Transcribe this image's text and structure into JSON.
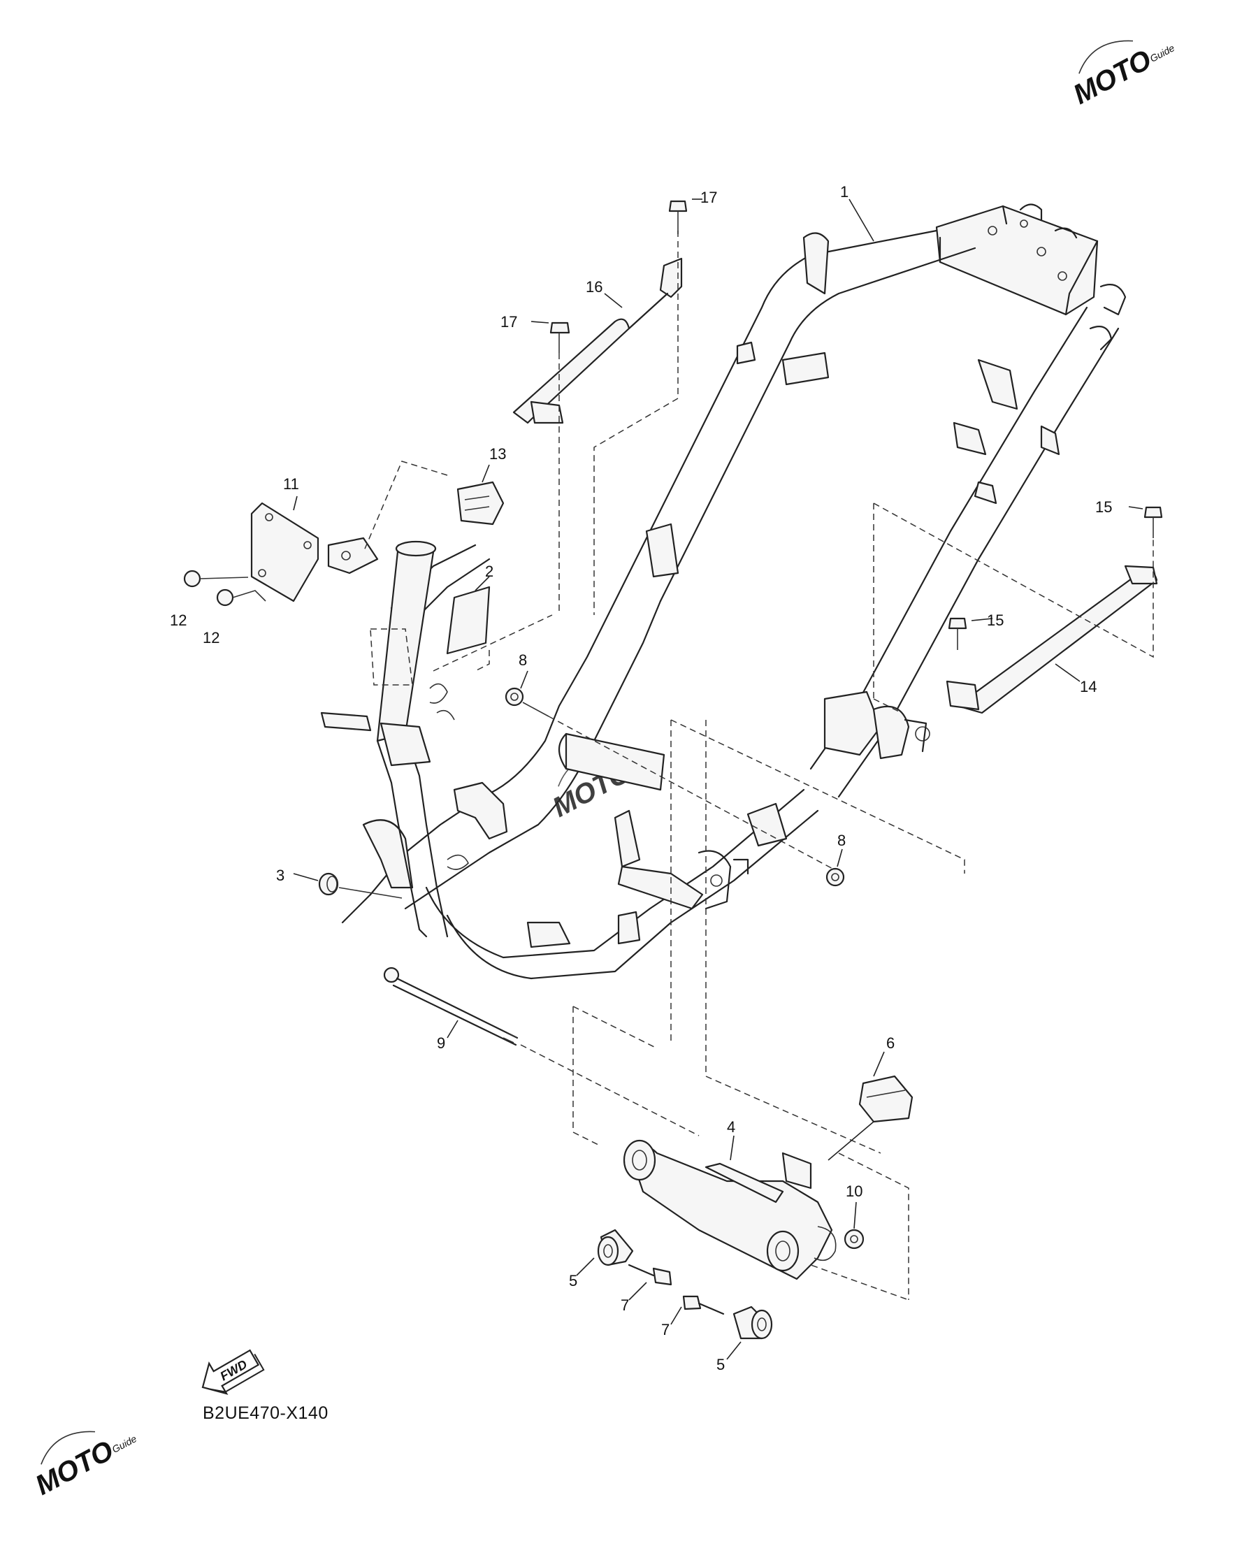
{
  "diagram": {
    "code": "B2UE470-X140",
    "fwd_label": "FWD",
    "callouts": [
      {
        "id": "c1",
        "text": "1"
      },
      {
        "id": "c2",
        "text": "2"
      },
      {
        "id": "c3",
        "text": "3"
      },
      {
        "id": "c4",
        "text": "4"
      },
      {
        "id": "c5a",
        "text": "5"
      },
      {
        "id": "c5b",
        "text": "5"
      },
      {
        "id": "c6",
        "text": "6"
      },
      {
        "id": "c7a",
        "text": "7"
      },
      {
        "id": "c7b",
        "text": "7"
      },
      {
        "id": "c8a",
        "text": "8"
      },
      {
        "id": "c8b",
        "text": "8"
      },
      {
        "id": "c9",
        "text": "9"
      },
      {
        "id": "c10",
        "text": "10"
      },
      {
        "id": "c11",
        "text": "11"
      },
      {
        "id": "c12a",
        "text": "12"
      },
      {
        "id": "c12b",
        "text": "12"
      },
      {
        "id": "c13",
        "text": "13"
      },
      {
        "id": "c14",
        "text": "14"
      },
      {
        "id": "c15a",
        "text": "15"
      },
      {
        "id": "c15b",
        "text": "15"
      },
      {
        "id": "c16",
        "text": "16"
      },
      {
        "id": "c17a",
        "text": "17"
      },
      {
        "id": "c17b",
        "text": "17"
      }
    ]
  },
  "watermark": {
    "text": "MOTO",
    "subtext": "Guide",
    "color": "#d9535c"
  }
}
